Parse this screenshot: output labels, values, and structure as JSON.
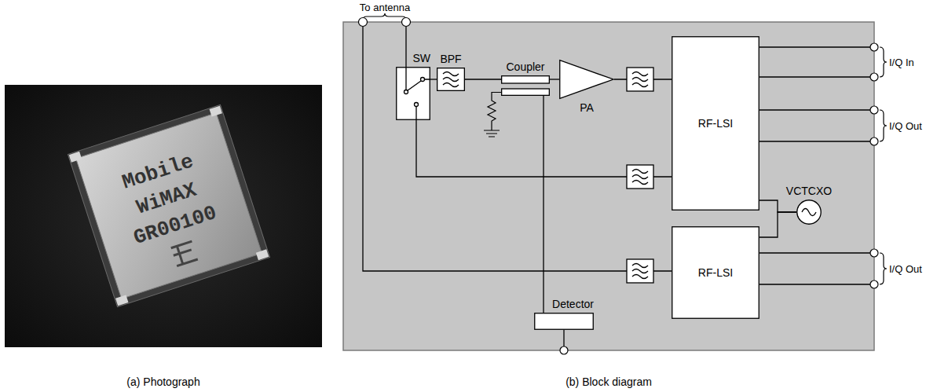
{
  "diagram": {
    "nodes": [
      {
        "text": [
          "SW"
        ]
      },
      {
        "text": [
          "BPF"
        ]
      },
      {
        "text": [
          "Coupler"
        ]
      },
      {
        "text": [
          "PA"
        ]
      },
      {
        "text": [
          "RF-LSI"
        ]
      },
      {
        "text": [
          "VCTCXO"
        ]
      },
      {
        "text": [
          "RF-LSI"
        ]
      },
      {
        "text": [
          "Detector"
        ]
      }
    ],
    "edges": [
      {
        "from": 0,
        "to": 1,
        "arrow": "none"
      },
      {
        "from": 1,
        "to": 2,
        "arrow": "none"
      },
      {
        "from": 2,
        "to": 3,
        "arrow": "none"
      },
      {
        "from": 3,
        "to": 4,
        "arrow": "none"
      },
      {
        "from": 0,
        "to": 4,
        "arrow": "none"
      },
      {
        "from": 5,
        "to": 4,
        "arrow": "none"
      },
      {
        "from": 5,
        "to": 6,
        "arrow": "none"
      },
      {
        "from": 2,
        "to": 7,
        "arrow": "none"
      }
    ],
    "labels": [
      "To antenna",
      "I/Q In",
      "I/Q Out",
      "I/Q Out",
      "Mobile",
      "WiMAX",
      "GR00100",
      "(a) Photograph",
      "(b) Block diagram"
    ]
  }
}
